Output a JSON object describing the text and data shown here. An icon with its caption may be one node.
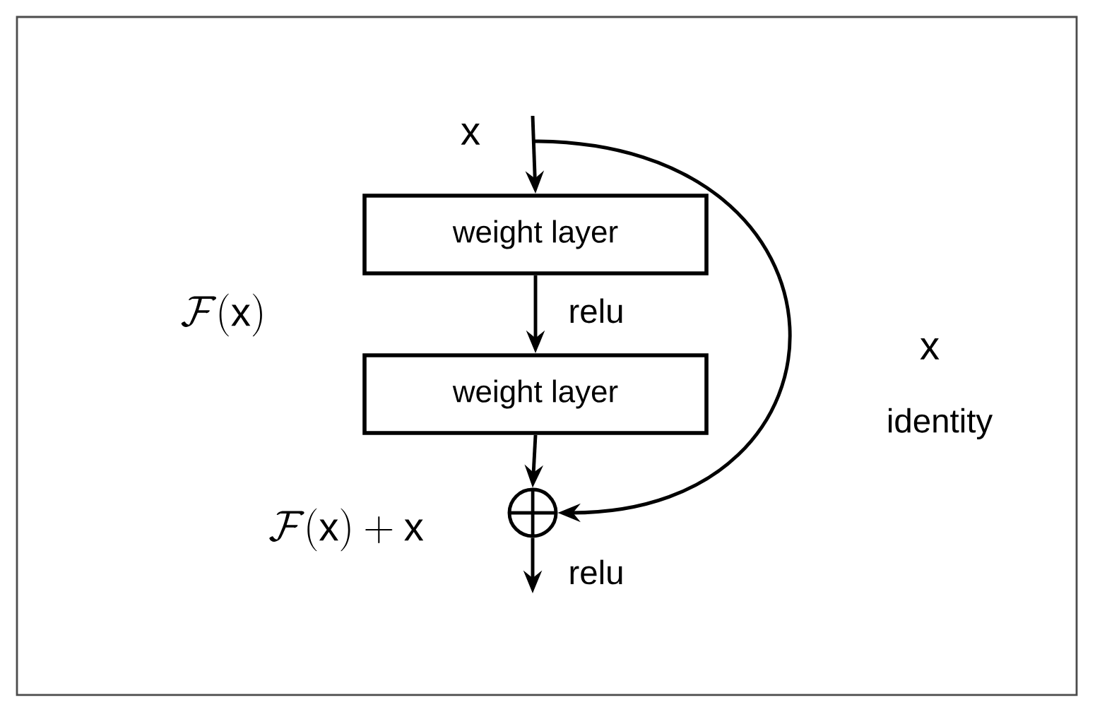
{
  "diagram": {
    "nodes": [
      {
        "text": [
          "weight layer"
        ]
      },
      {
        "text": [
          "weight layer"
        ]
      },
      {
        "text": [],
        "shape": "circle"
      }
    ],
    "edges": [
      {
        "from": null,
        "to": 0,
        "arrow": "to"
      },
      {
        "from": 0,
        "to": 1,
        "arrow": "to",
        "label": "relu"
      },
      {
        "from": 1,
        "to": 2,
        "arrow": "to"
      },
      {
        "from": 2,
        "to": null,
        "arrow": "to",
        "label": "relu"
      },
      {
        "from": null,
        "to": 2,
        "arrow": "to",
        "label": "identity"
      }
    ],
    "labels": [
      "\\mathrm{x}",
      "\\mathcal{F}(\\mathrm{x})",
      "\\mathcal{F}(\\mathrm{x}) + \\mathrm{x}",
      "\\mathrm{x}"
    ]
  }
}
